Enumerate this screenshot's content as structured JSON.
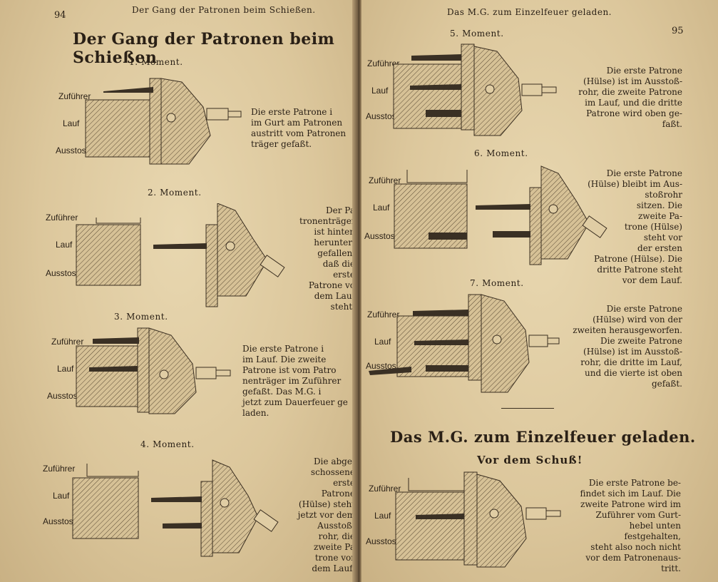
{
  "left_page": {
    "page_number": "94",
    "running_head": "Der Gang der Patronen beim Schießen.",
    "title": "Der Gang der Patronen beim Schießen",
    "moments": [
      {
        "label": "1. Moment.",
        "parts": [
          "Zuführer",
          "Lauf",
          "Ausstossrohr"
        ],
        "caption": "Die erste Patrone i\nim Gurt am Patronen\naustritt vom Patronen\nträger gefaßt."
      },
      {
        "label": "2. Moment.",
        "parts": [
          "Zuführer",
          "Lauf",
          "Ausstossrohr"
        ],
        "caption": "Der Pa\ntronenträger\nist hinten\nherunter-\ngefallen, \ndaß die erste\nPatrone vo\ndem Lauf\nsteht."
      },
      {
        "label": "3. Moment.",
        "parts": [
          "Zuführer",
          "Lauf",
          "Ausstossrohr"
        ],
        "caption": "Die erste Patrone i\nim Lauf. Die zweite\nPatrone ist vom Patro\nnenträger im Zuführer\ngefaßt. Das M.G. i\njetzt zum Dauerfeuer ge\nladen."
      },
      {
        "label": "4. Moment.",
        "parts": [
          "Zuführer",
          "Lauf",
          "Ausstossrohr"
        ],
        "caption": "Die abge-\nschossene erste\nPatrone\n(Hülse) steht\njetzt vor dem\nAusstoß-\nrohr, die\nzweite Pa\ntrone vor\ndem Lauf."
      }
    ]
  },
  "right_page": {
    "page_number": "95",
    "running_head": "Das M.G. zum Einzelfeuer geladen.",
    "moments": [
      {
        "label": "5. Moment.",
        "parts": [
          "Zuführer",
          "Lauf",
          "Ausstossrohr"
        ],
        "caption": "Die erste Patrone\n(Hülse) ist im Ausstoß-\nrohr, die zweite Patrone\nim Lauf, und die dritte\nPatrone wird oben ge-\nfaßt."
      },
      {
        "label": "6. Moment.",
        "parts": [
          "Zuführer",
          "Lauf",
          "Ausstossrohr"
        ],
        "caption": "Die erste Patrone\n(Hülse) bleibt im Aus-\nstoßrohr\nsitzen. Die\nzweite Pa-\ntrone (Hülse)\nsteht vor\nder ersten\nPatrone (Hülse). Die\ndritte Patrone steht\nvor dem Lauf."
      },
      {
        "label": "7. Moment.",
        "parts": [
          "Zuführer",
          "Lauf",
          "Ausstossrohr"
        ],
        "caption": "Die erste Patrone\n(Hülse) wird von der\nzweiten herausgeworfen.\nDie zweite Patrone\n(Hülse) ist im Ausstoß-\nrohr, die dritte im Lauf,\nund die vierte ist oben\ngefaßt."
      }
    ],
    "section_title": "Das M.G. zum Einzelfeuer geladen.",
    "section_subtitle": "Vor dem Schuß!",
    "final": {
      "parts": [
        "Zuführer",
        "Lauf",
        "Ausstossrohr"
      ],
      "caption": "Die erste Patrone be-\nfindet sich im Lauf. Die\nzweite Patrone wird im\nZuführer vom Gurt-\nhebel unten festgehalten,\nsteht also noch nicht\nvor dem Patronenaus-\ntritt."
    }
  },
  "colors": {
    "paper": "#dcc79c",
    "ink": "#2a2016",
    "cartridge": "#3a3024"
  }
}
